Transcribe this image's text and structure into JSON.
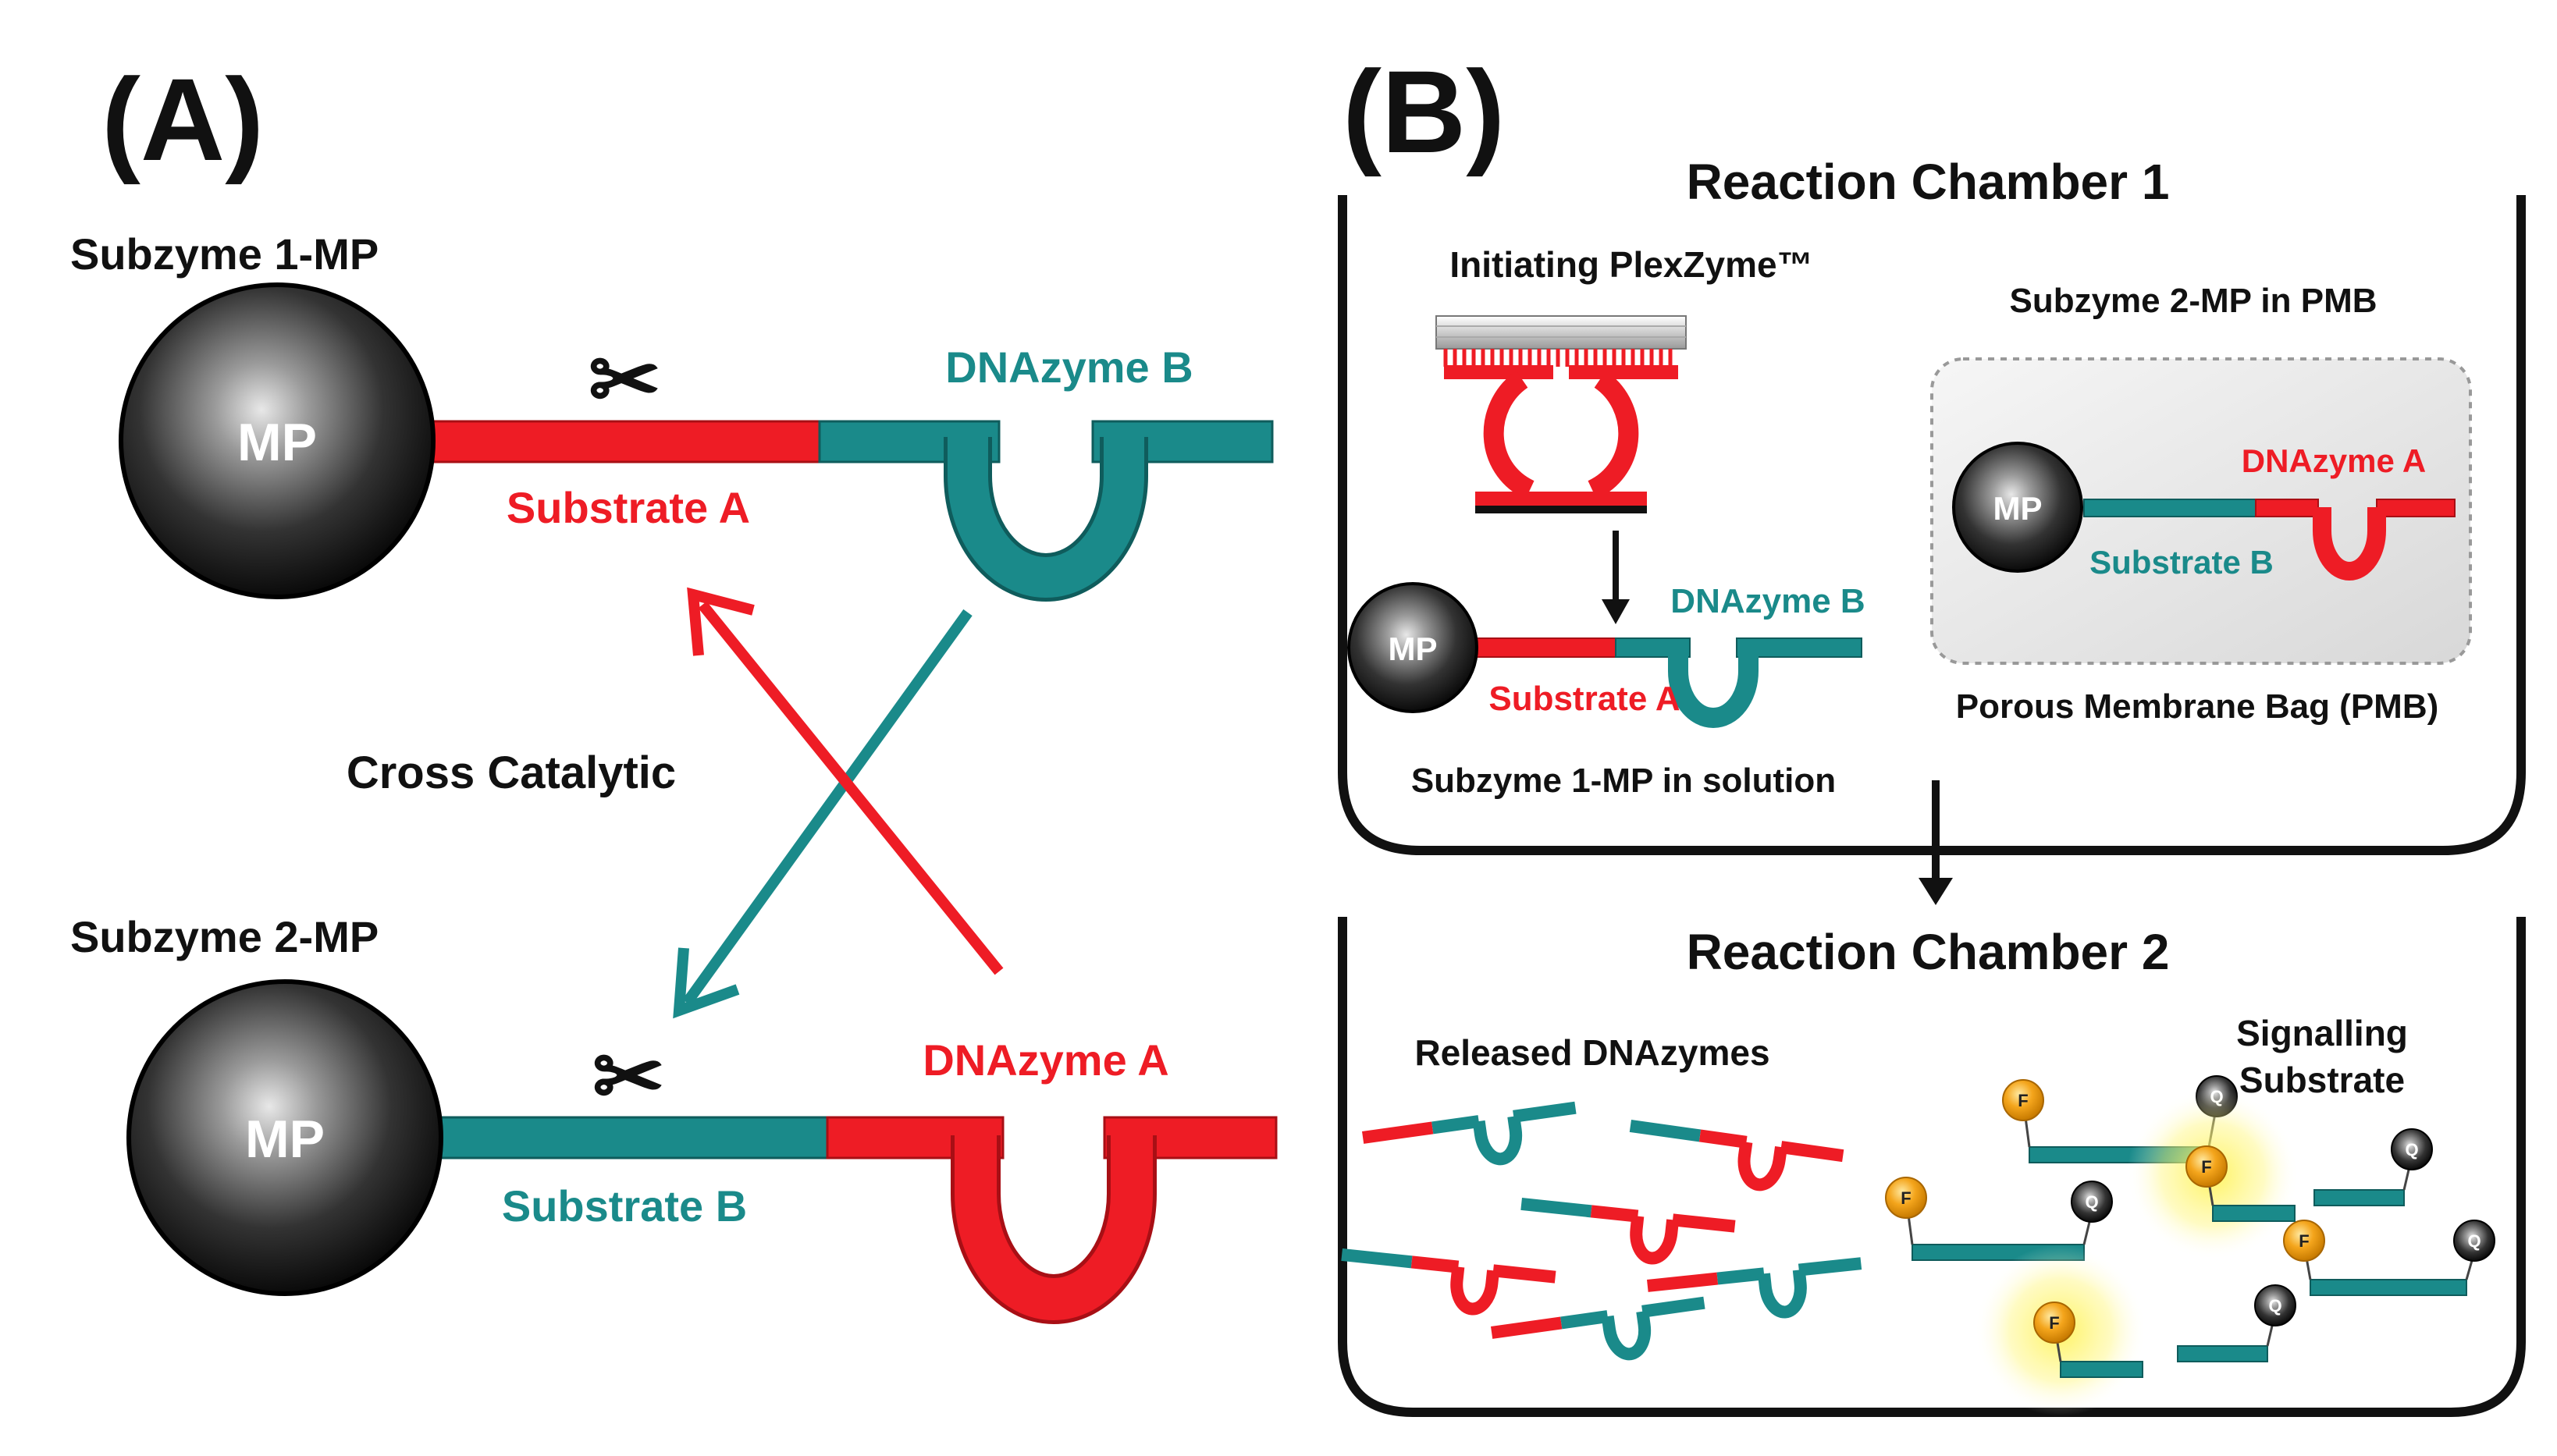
{
  "panels": {
    "a_label": "(A)",
    "b_label": "(B)"
  },
  "panel_a": {
    "subzyme1_title": "Subzyme 1-MP",
    "subzyme2_title": "Subzyme 2-MP",
    "mp_label": "MP",
    "substrate_a_label": "Substrate A",
    "substrate_b_label": "Substrate B",
    "dnazyme_a_label": "DNAzyme A",
    "dnazyme_b_label": "DNAzyme B",
    "cross_catalytic_label": "Cross Catalytic"
  },
  "chamber1": {
    "title": "Reaction Chamber 1",
    "plexzyme_label": "Initiating PlexZyme™",
    "subzyme2_pmb_label": "Subzyme 2-MP in PMB",
    "mp_label": "MP",
    "dnazyme_a_label": "DNAzyme A",
    "substrate_b_label": "Substrate B",
    "pmb_label": "Porous Membrane Bag (PMB)",
    "dnazyme_b_label": "DNAzyme B",
    "substrate_a_label": "Substrate A",
    "subzyme1_solution_label": "Subzyme 1-MP in solution"
  },
  "chamber2": {
    "title": "Reaction Chamber 2",
    "released_label": "Released DNAzymes",
    "signalling_line1": "Signalling",
    "signalling_line2": "Substrate",
    "fluor_label": "F",
    "quench_label": "Q"
  },
  "colors": {
    "red": "#ee1c25",
    "teal": "#1a8a8a",
    "black": "#111111",
    "fluorophore": "#f4a51c",
    "glow": "#fff35a"
  }
}
